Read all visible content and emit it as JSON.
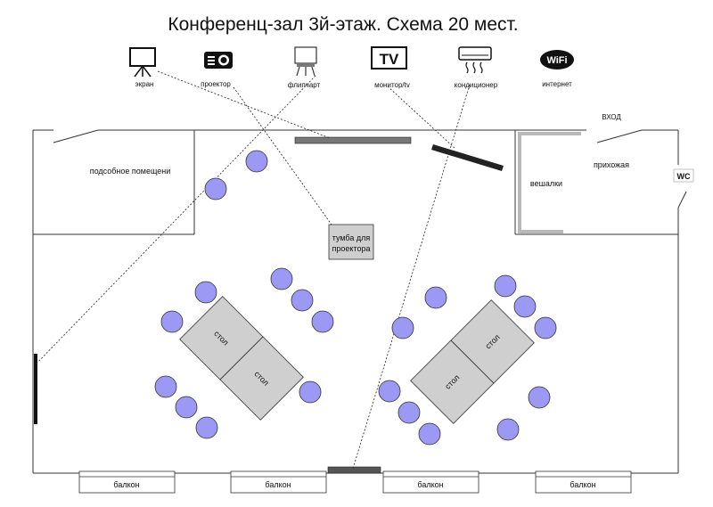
{
  "title": "Конференц-зал 3й-этаж. Схема 20 мест.",
  "equipment": [
    {
      "icon": "screen-icon",
      "label": "экран"
    },
    {
      "icon": "projector-icon",
      "label": "проектор"
    },
    {
      "icon": "flipchart-icon",
      "label": "флипчарт"
    },
    {
      "icon": "tv-icon",
      "label": "монитор/tv",
      "icon_text": "TV"
    },
    {
      "icon": "air-conditioner-icon",
      "label": "кондиционер"
    },
    {
      "icon": "wifi-icon",
      "label": "интернет",
      "icon_text": "WiFi"
    }
  ],
  "rooms": {
    "entrance": "ВХОД",
    "utility_room": "подсобное помещени",
    "hallway": "прихожая",
    "coat_rack": "вешалки",
    "wc": "WC",
    "projector_stand": [
      "тумба для",
      "проектора"
    ]
  },
  "tables": [
    "стол",
    "стол",
    "стол",
    "стол"
  ],
  "balconies": [
    "балкон",
    "балкон",
    "балкон",
    "балкон"
  ],
  "colors": {
    "chair": "#9b99f3",
    "table": "#cfcfcf",
    "equipment": "#555555",
    "wall": "#333333"
  }
}
